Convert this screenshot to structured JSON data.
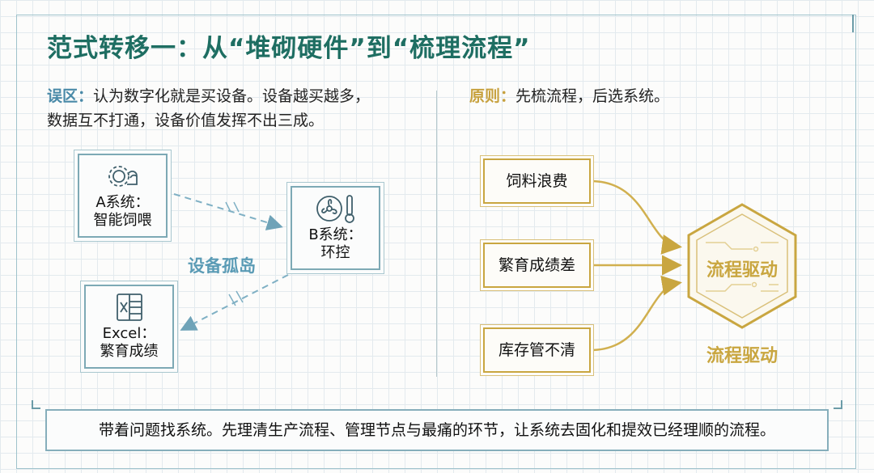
{
  "title": "范式转移一：从“堆砌硬件”到“梳理流程”",
  "left": {
    "lead": "误区：",
    "text_line1": "认为数字化就是买设备。设备越买越多，",
    "text_line2": "数据互不打通，设备价值发挥不出三成。",
    "systems": [
      {
        "line1": "A系统：",
        "line2": "智能饲喂",
        "icon": "gear-leaf-icon"
      },
      {
        "line1": "B系统：",
        "line2": "环控",
        "icon": "fan-thermometer-icon"
      },
      {
        "line1": "Excel：",
        "line2": "繁育成绩",
        "icon": "excel-icon"
      }
    ],
    "island_label": "设备孤岛"
  },
  "right": {
    "lead": "原则：",
    "text": "先梳流程，后选系统。",
    "problems": [
      "饲料浪费",
      "繁育成绩差",
      "库存管不清"
    ],
    "hub_label": "流程驱动",
    "hub_caption": "流程驱动"
  },
  "footer": "带着问题找系统。先理清生产流程、管理节点与最痛的环节，让系统去固化和提效已经理顺的流程。",
  "colors": {
    "title": "#1e6e62",
    "blue": "#4a8aa8",
    "gold": "#c9a640"
  }
}
